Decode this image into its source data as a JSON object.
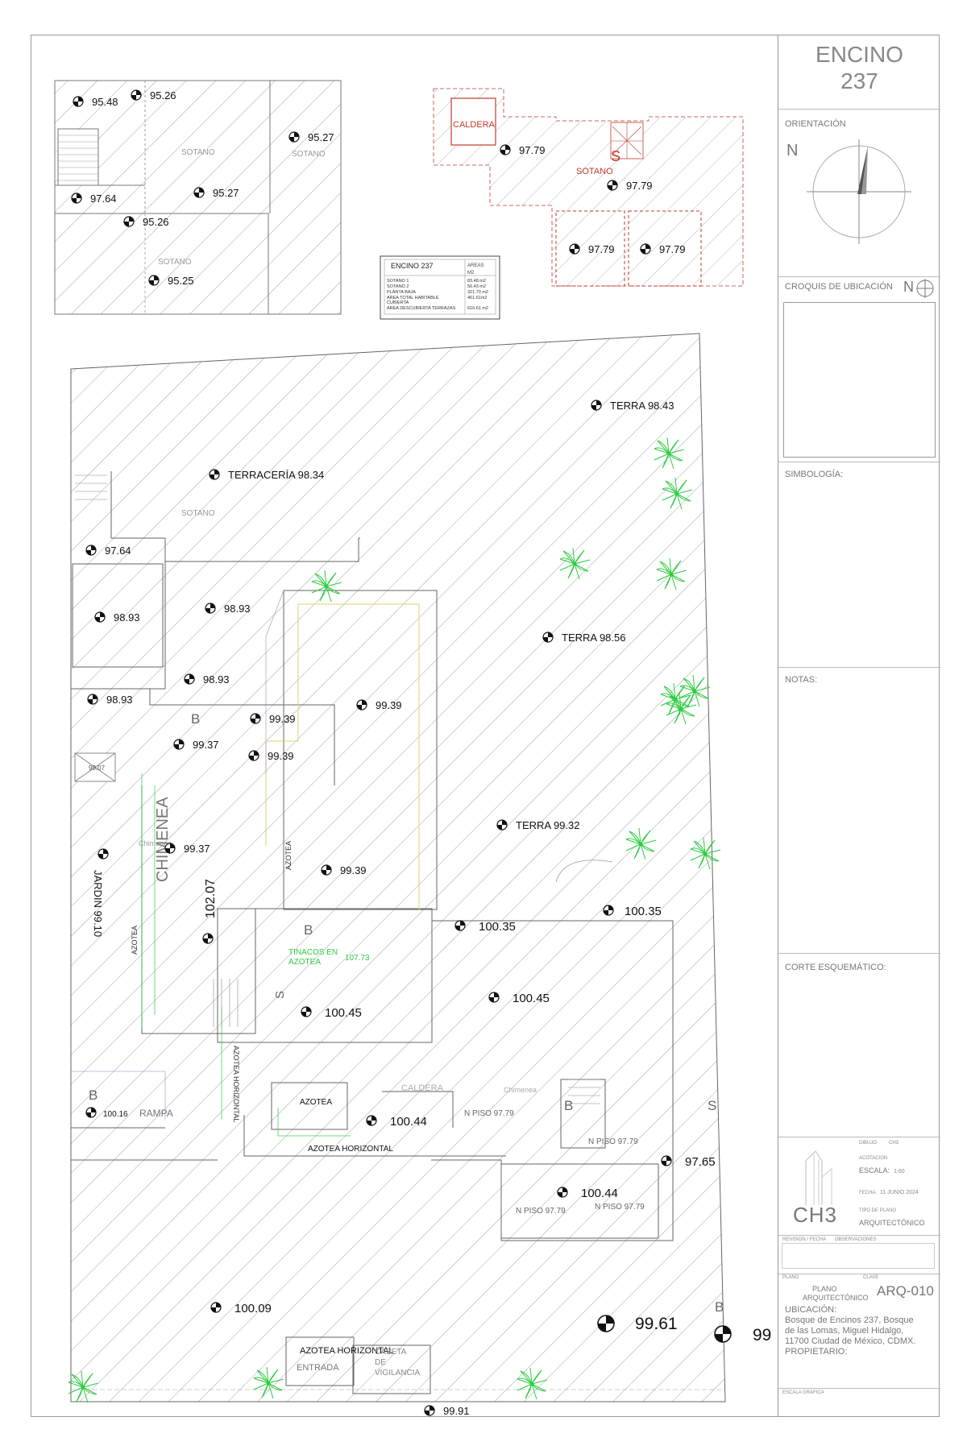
{
  "project": {
    "name": "ENCINO",
    "number": "237"
  },
  "title_block": {
    "orientation_label": "ORIENTACIÓN",
    "north_letter": "N",
    "location_label": "CROQUIS DE UBICACIÓN",
    "location_north": "N",
    "symbology_label": "SIMBOLOGÍA:",
    "notes_label": "NOTAS:",
    "section_label": "CORTE ESQUEMÁTICO:",
    "drawing_label": "DIBUJO",
    "drawing_value": "CH3",
    "dimension_label": "ACOTACION",
    "scale_label": "ESCALA:",
    "scale_value": "1:60",
    "date_label": "FECHA:",
    "date_value": "11 JUNIO 2024",
    "plan_type_label": "TIPO DE PLANO",
    "plan_type_value": "ARQUITECTÓNICO",
    "logo_text": "CH3",
    "revision_label": "REVISION / FECHA",
    "observations_label": "OBSERVACIONES",
    "plan_label": "PLANO",
    "plan_value_1": "PLANO",
    "plan_value_2": "ARQUITECTÓNICO",
    "key_label": "CLAVE",
    "key_value": "ARQ-010",
    "location_text_label": "UBICACIÓN:",
    "address_1": "Bosque de Encinos 237, Bosque",
    "address_2": "de las Lomas, Miguel Hidalgo,",
    "address_3": "11700 Ciudad de México, CDMX.",
    "owner_label": "PROPIETARIO:",
    "graphic_scale_label": "ESCALA GRAFICA"
  },
  "area_table": {
    "title": "ENCINO 237",
    "col_areas": "AREAS",
    "col_unit": "M2",
    "rows": [
      {
        "name": "SOTANO 1",
        "value": "83.48 m2"
      },
      {
        "name": "SOTANO 2",
        "value": "56.43 m2"
      },
      {
        "name": "PLANTA BAJA",
        "value": "321.70 m2"
      },
      {
        "name": "AREA TOTAL HABITABLE",
        "value": "461.61m2"
      },
      {
        "name": "CUBIERTA",
        "value": ""
      },
      {
        "name": "AREA DESCUBIERTA TERRAZAS",
        "value": "616.61 m2"
      }
    ]
  },
  "basement_left": {
    "levels": [
      "95.48",
      "95.26",
      "95.27",
      "97.64",
      "95.27",
      "95.26",
      "95.25"
    ],
    "rooms": [
      "SOTANO",
      "SOTANO",
      "SOTANO"
    ]
  },
  "basement_right": {
    "levels": [
      "97.79",
      "97.79",
      "97.79",
      "97.79"
    ],
    "caldera": "CALDERA",
    "stair_letter": "S",
    "room": "SOTANO"
  },
  "site": {
    "terra_1": "TERRA 98.43",
    "terraceria": "TERRACERÍA 98.34",
    "sotano": "SOTANO",
    "lv_9764": "97.64",
    "lv_9893a": "98.93",
    "lv_9893b": "98.93",
    "lv_9893c": "98.93",
    "lv_9893d": "98.93",
    "terra_2": "TERRA 98.56",
    "letter_b1": "B",
    "lv_9939a": "99.39",
    "lv_9939b": "99.39",
    "lv_9937a": "99.37",
    "lv_9939c": "99.39",
    "lv_9907": "99.07",
    "chimenea": "CHIMENEA",
    "chimenea_small": "Chimenea",
    "terra_3": "TERRA 99.32",
    "lv_9937b": "99.37",
    "jardin": "JARDIN 99.10",
    "lv_10207": "102.07",
    "azotea_v1": "AZOTEA",
    "azotea_v2": "AZOTEA",
    "lv_9939d": "99.39",
    "lv_10035a": "100.35",
    "lv_10035b": "100.35",
    "letter_b2": "B",
    "tinacos_1": "TINACOS EN",
    "tinacos_2": "AZOTEA",
    "tinacos_level": "107.73",
    "letter_s1": "S",
    "lv_10045a": "100.45",
    "lv_10045b": "100.45",
    "azotea_horizontal_v": "AZOTEA HORIZONTAL",
    "caldera": "CALDERA",
    "chimenea_small2": "Chimenea",
    "letter_b3": "B",
    "rampa": "RAMPA",
    "lv_10016": "100.16",
    "azotea_h": "AZOTEA",
    "lv_10044a": "100.44",
    "npiso_1": "N PISO 97.79",
    "letter_b4": "B",
    "letter_s2": "S",
    "npiso_2": "N PISO 97.79",
    "azotea_horizontal_1": "AZOTEA HORIZONTAL",
    "lv_9765": "97.65",
    "lv_10044b": "100.44",
    "npiso_3": "N PISO 97.79",
    "npiso_4": "N PISO 97.79",
    "lv_10009": "100.09",
    "lv_9961": "99.61",
    "lv_99": "99",
    "letter_b5": "B",
    "azotea_horizontal_2": "AZOTEA HORIZONTAL",
    "entrada": "ENTRADA",
    "caseta_1": "CASETA",
    "caseta_2": "DE",
    "caseta_3": "VIGILANCIA",
    "lv_9991": "99.91"
  },
  "colors": {
    "line": "#666666",
    "hatch": "#8a8a8a",
    "red": "#c0392b",
    "green": "#2ecc40",
    "yellow": "#e0d26a"
  }
}
